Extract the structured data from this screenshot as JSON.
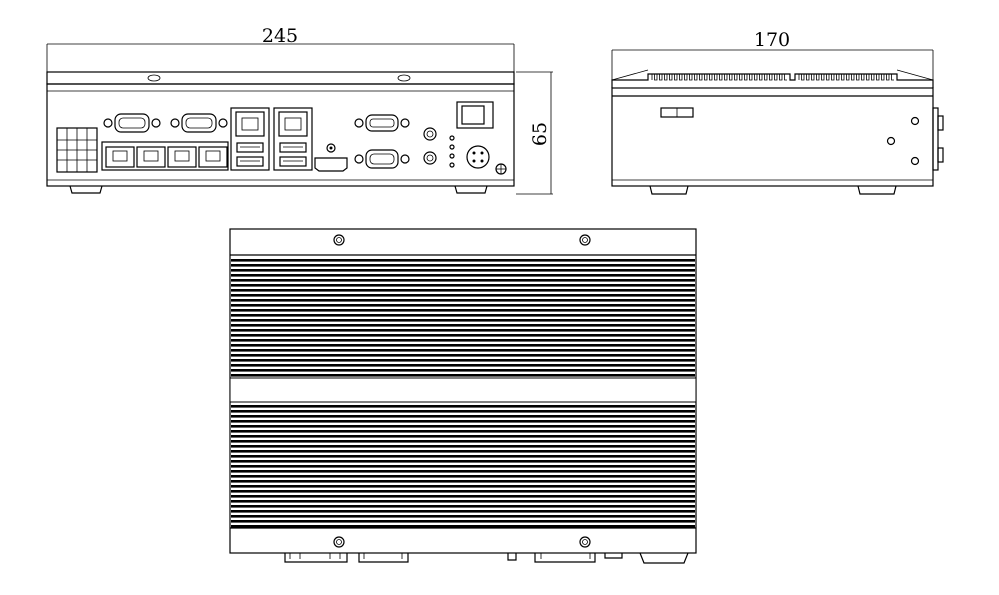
{
  "drawing": {
    "front_view": {
      "width_dimension": "245",
      "height_dimension": "65"
    },
    "side_view": {
      "depth_dimension": "170"
    },
    "colors": {
      "line": "#000000",
      "background": "#ffffff"
    }
  }
}
